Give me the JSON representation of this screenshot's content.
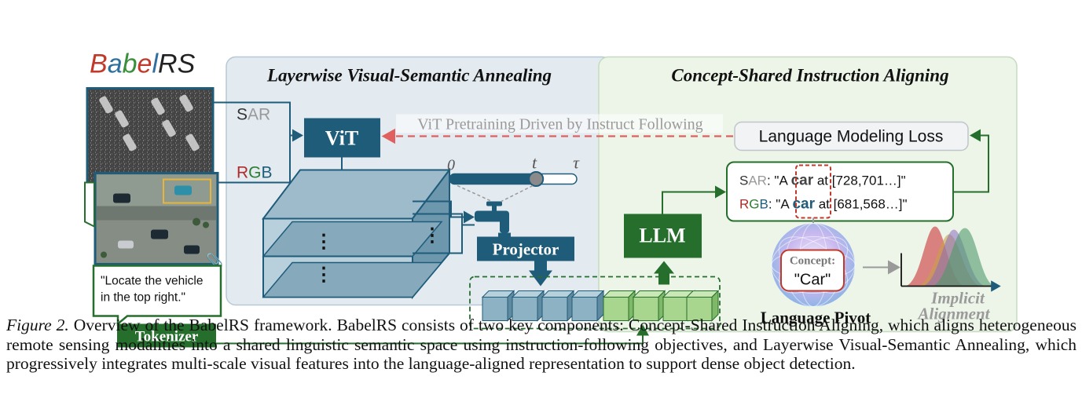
{
  "logo": {
    "letters": [
      "B",
      "a",
      "b",
      "e",
      "l",
      "RS"
    ],
    "colors": [
      "#c0392b",
      "#2e6f9e",
      "#3a8f3a",
      "#c0392b",
      "#2e6f9e",
      "#222222"
    ]
  },
  "left": {
    "sar_label": {
      "s": "S",
      "ar": "AR"
    },
    "rgb_label": {
      "r": "R",
      "g": "G",
      "b": "B"
    },
    "instruction_text": [
      "\"Locate the vehicle",
      "in the top right.\""
    ],
    "tokenizer": "Tokenizer"
  },
  "annealing": {
    "title": "Layerwise Visual-Semantic Annealing",
    "vit": "ViT",
    "dots": "⋮",
    "slider": {
      "start": "0",
      "current": "t",
      "end": "τ",
      "level": 0.68
    },
    "projector": "Projector"
  },
  "aligning": {
    "title": "Concept-Shared Instruction Aligning",
    "pretraining_text": "ViT Pretraining Driven by Instruct Following",
    "loss": "Language Modeling Loss",
    "llm": "LLM",
    "sar_line": {
      "s": "S",
      "ar": "AR",
      "rest1": ": \"A ",
      "word": "car",
      "rest2": " at [728,701…]\""
    },
    "rgb_line": {
      "r": "R",
      "g": "G",
      "b": "B",
      "rest1": ": \"A ",
      "word": "car",
      "rest2": " at [681,568…]\""
    },
    "concept_title": "Concept:",
    "concept_value": "\"Car\"",
    "pivot": "Language Pivot",
    "implicit1": "Implicit",
    "implicit2": "Alignment"
  },
  "caption": {
    "lead": "Figure 2.",
    "text": " Overview of the BabelRS framework. BabelRS consists of two key components: Concept-Shared Instruction Aligning, which aligns heterogeneous remote sensing modalities into a shared linguistic semantic space using instruction-following objectives, and Layerwise Visual-Semantic Annealing, which progressively integrates multi-scale visual features into the language-aligned representation to support dense object detection."
  },
  "colors": {
    "teal": "#1f5c7a",
    "green": "#256e2c",
    "red_dashed": "#e06060",
    "panel_blue": "#e3ebf1",
    "panel_green": "#edf5e9"
  }
}
